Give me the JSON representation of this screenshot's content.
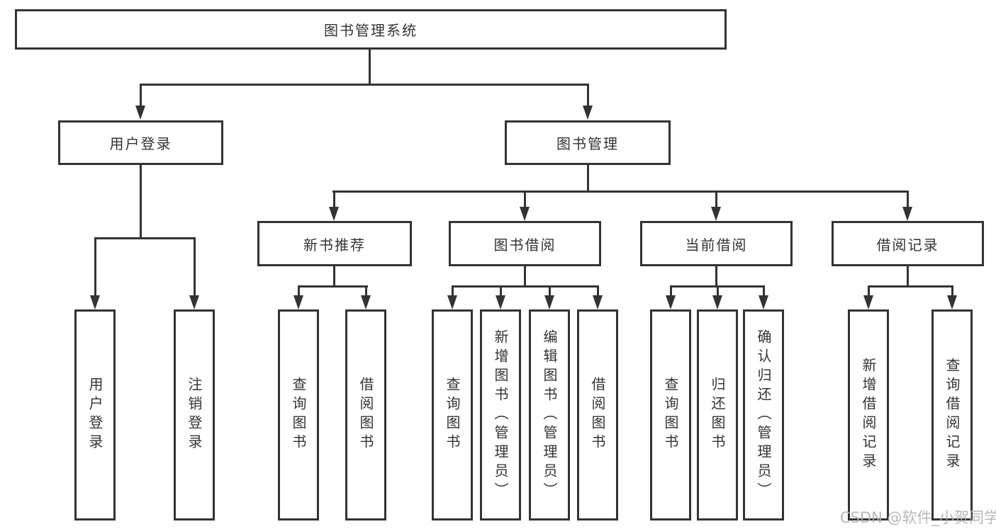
{
  "colors": {
    "line": "#333333",
    "text": "#333333",
    "background": "#ffffff",
    "watermark": "#b0b0b0"
  },
  "watermark": "CSDN @软件_小贺同学",
  "tree": {
    "root": "图书管理系统",
    "branches": [
      {
        "label": "用户登录",
        "children": [
          {
            "label": "用户登录"
          },
          {
            "label": "注销登录"
          }
        ]
      },
      {
        "label": "图书管理",
        "children": [
          {
            "label": "新书推荐",
            "children": [
              {
                "label": "查询图书"
              },
              {
                "label": "借阅图书"
              }
            ]
          },
          {
            "label": "图书借阅",
            "children": [
              {
                "label": "查询图书"
              },
              {
                "label": "新增图书（管理员）"
              },
              {
                "label": "编辑图书（管理员）"
              },
              {
                "label": "借阅图书"
              }
            ]
          },
          {
            "label": "当前借阅",
            "children": [
              {
                "label": "查询图书"
              },
              {
                "label": "归还图书"
              },
              {
                "label": "确认归还（管理员）"
              }
            ]
          },
          {
            "label": "借阅记录",
            "children": [
              {
                "label": "新增借阅记录"
              },
              {
                "label": "查询借阅记录"
              }
            ]
          }
        ]
      }
    ]
  }
}
